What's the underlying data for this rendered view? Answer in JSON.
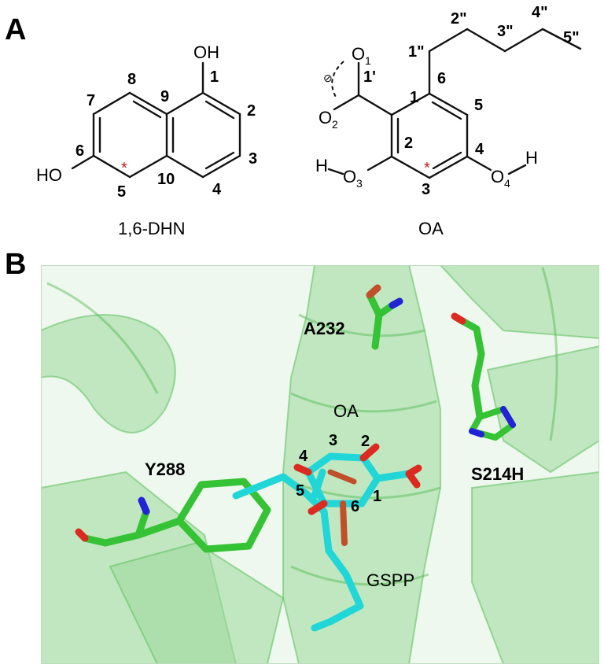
{
  "panel_a": {
    "letter": "A",
    "dhn": {
      "name": "1,6-DHN",
      "oh_top": "OH",
      "ho_left": "HO",
      "numbers": [
        "1",
        "2",
        "3",
        "4",
        "5",
        "6",
        "7",
        "8",
        "9",
        "10"
      ]
    },
    "oa": {
      "name": "OA",
      "o1": "O",
      "o1_sub": "1",
      "o2": "O",
      "o2_sub": "2",
      "o3": "O",
      "o3_sub": "3",
      "o4": "O",
      "o4_sub": "4",
      "h_left": "H",
      "h_right": "H",
      "charge": "⊘",
      "numbers": [
        "1",
        "2",
        "3",
        "4",
        "5",
        "6",
        "1'"
      ],
      "chain": [
        "1\"",
        "2\"",
        "3\"",
        "4\"",
        "5\""
      ]
    },
    "star": "*"
  },
  "panel_b": {
    "letter": "B",
    "residues": [
      "A232",
      "S214H",
      "Y288"
    ],
    "ligands": [
      "OA",
      "GSPP"
    ],
    "oa_numbers": [
      "1",
      "2",
      "3",
      "4",
      "5",
      "6"
    ],
    "colors": {
      "carbon_protein": "#35c335",
      "carbon_ligand": "#21d6d6",
      "oxygen": "#dd2a20",
      "nitrogen": "#2323d6",
      "cartoon": "#9bd89b"
    }
  }
}
